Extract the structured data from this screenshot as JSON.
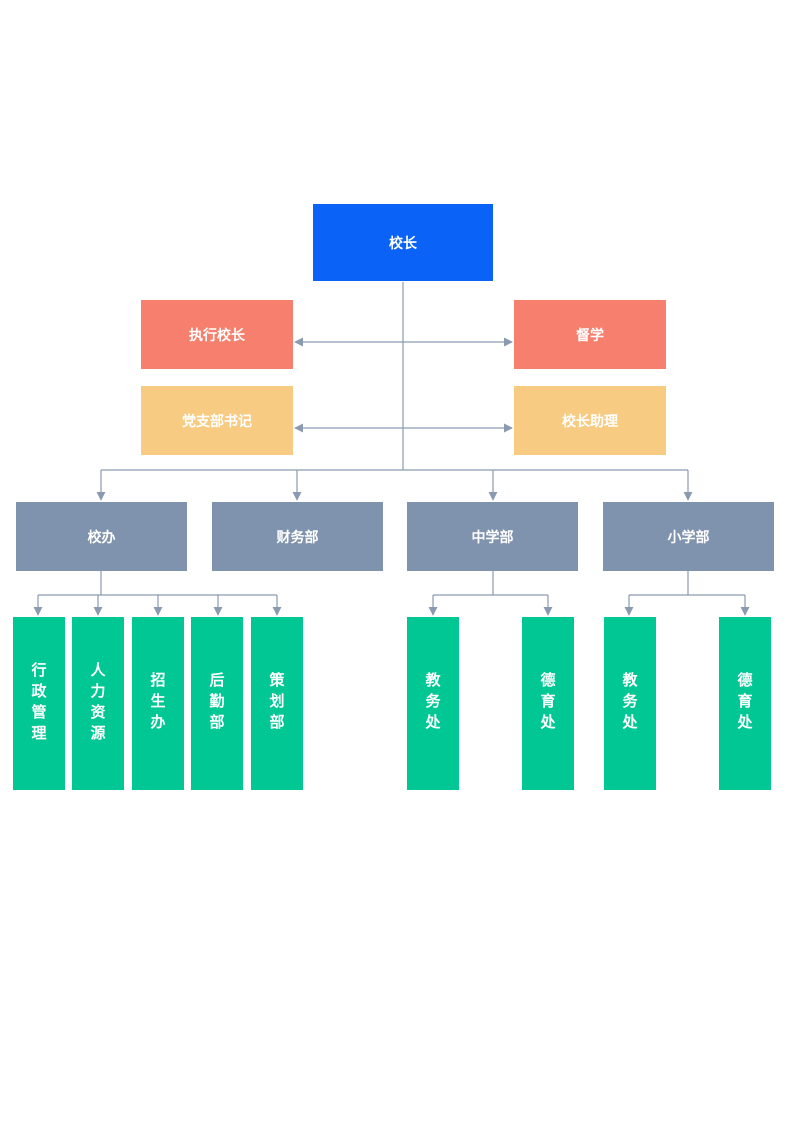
{
  "colors": {
    "principal": "#0a62f7",
    "coral": "#f67f6d",
    "gold": "#f8cb82",
    "slate": "#8093ae",
    "green": "#00c793",
    "line": "#8a9ab0"
  },
  "nodes": {
    "principal": "校长",
    "executive_principal": "执行校长",
    "supervisor": "督学",
    "party_secretary": "党支部书记",
    "principal_assistant": "校长助理",
    "school_office": "校办",
    "finance": "财务部",
    "middle_school": "中学部",
    "primary_school": "小学部",
    "admin_management": "行政管理",
    "human_resources": "人力资源",
    "admissions": "招生办",
    "logistics": "后勤部",
    "planning": "策划部",
    "ms_academic_affairs": "教务处",
    "ms_moral_education": "德育处",
    "ps_academic_affairs": "教务处",
    "ps_moral_education": "德育处"
  }
}
